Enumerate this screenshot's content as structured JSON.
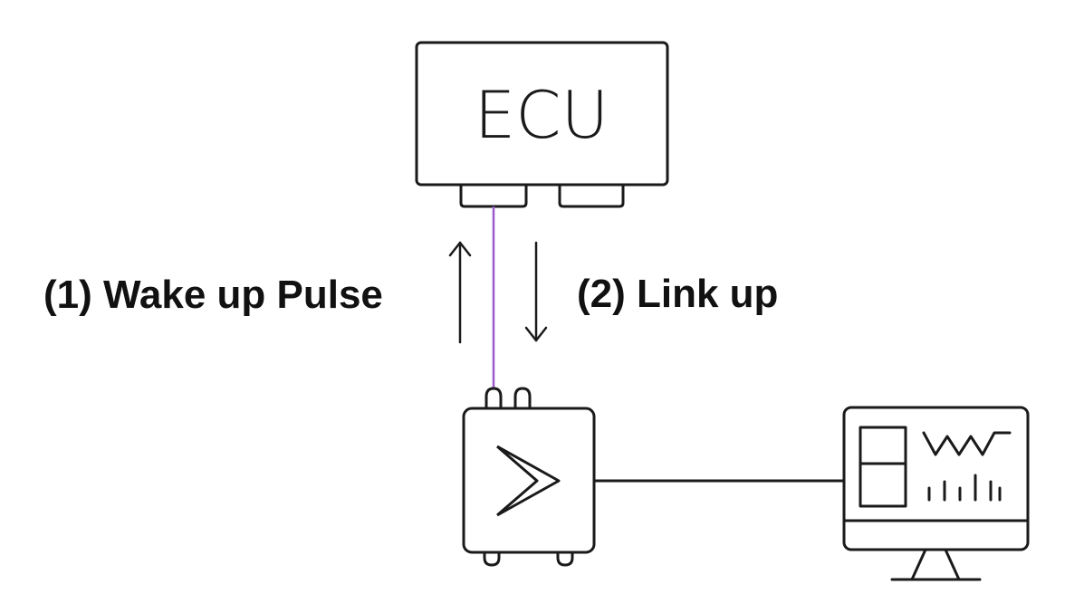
{
  "diagram": {
    "ecu_label": "ECU",
    "step1_label": "(1) Wake up Pulse",
    "step2_label": "(2) Link up"
  },
  "colors": {
    "stroke": "#1a1a1a",
    "link": "#9b59d0",
    "background": "#ffffff"
  },
  "icons": {
    "ecu": "ecu-box-icon",
    "interface": "logger-interface-icon",
    "computer": "monitor-icon"
  }
}
